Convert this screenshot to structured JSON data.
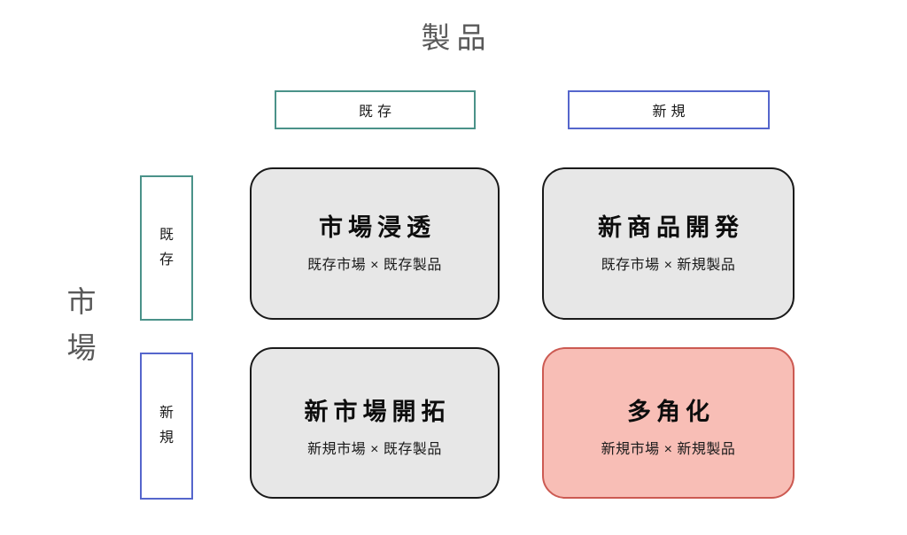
{
  "axes": {
    "top_label": "製品",
    "left_label": "市場",
    "left_label_chars": [
      "市",
      "場"
    ]
  },
  "column_headers": [
    {
      "label": "既存",
      "color": "#4a9289"
    },
    {
      "label": "新規",
      "color": "#5566cc"
    }
  ],
  "row_headers": [
    {
      "label": "既存",
      "chars": [
        "既",
        "存"
      ],
      "color": "#4a9289"
    },
    {
      "label": "新規",
      "chars": [
        "新",
        "規"
      ],
      "color": "#5566cc"
    }
  ],
  "cells": [
    {
      "title": "市場浸透",
      "subtitle": "既存市場 × 既存製品",
      "market": "既存",
      "product": "既存",
      "highlighted": false,
      "fill": "#e7e7e7",
      "border": "#1a1a1a"
    },
    {
      "title": "新商品開発",
      "subtitle": "既存市場 × 新規製品",
      "market": "既存",
      "product": "新規",
      "highlighted": false,
      "fill": "#e7e7e7",
      "border": "#1a1a1a"
    },
    {
      "title": "新市場開拓",
      "subtitle": "新規市場 × 既存製品",
      "market": "新規",
      "product": "既存",
      "highlighted": false,
      "fill": "#e7e7e7",
      "border": "#1a1a1a"
    },
    {
      "title": "多角化",
      "subtitle": "新規市場 × 新規製品",
      "market": "新規",
      "product": "新規",
      "highlighted": true,
      "fill": "#f8beb6",
      "border": "#cc5a52"
    }
  ],
  "theme": {
    "background": "#ffffff",
    "axis_text": "#595959",
    "body_text": "#1a1a1a",
    "teal": "#4a9289",
    "blue": "#5566cc",
    "highlight_fill": "#f8beb6",
    "highlight_border": "#cc5a52",
    "cell_fill": "#e7e7e7",
    "cell_border": "#1a1a1a"
  }
}
